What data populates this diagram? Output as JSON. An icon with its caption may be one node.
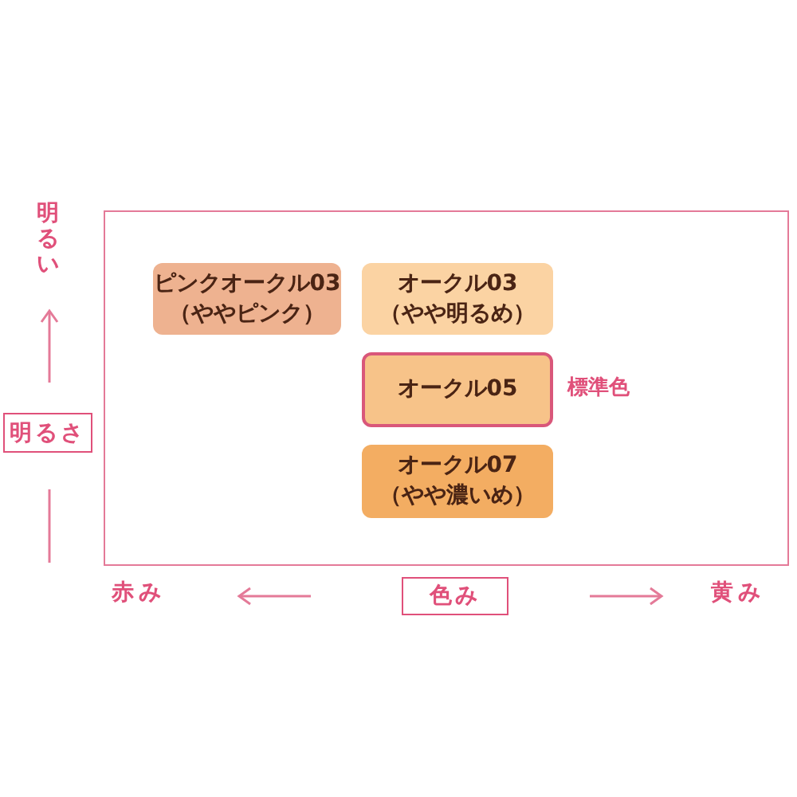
{
  "diagram": {
    "nodes": [
      {
        "text": [],
        "shape": "box"
      },
      {
        "text": [
          "ピンクオークル03",
          "（ややピンク）"
        ],
        "in": 0
      },
      {
        "text": [
          "オークル03",
          "（やや明るめ）"
        ],
        "in": 0
      },
      {
        "text": [
          "オークル05"
        ],
        "in": 0,
        "beside": [
          "標準色"
        ]
      },
      {
        "text": [
          "オークル07",
          "（やや濃いめ）"
        ],
        "in": 0
      },
      {
        "text": [
          "明るさ"
        ]
      },
      {
        "text": [
          "色み"
        ]
      }
    ],
    "edges": [],
    "labels": [
      "明るい",
      "赤み",
      "黄み"
    ]
  }
}
